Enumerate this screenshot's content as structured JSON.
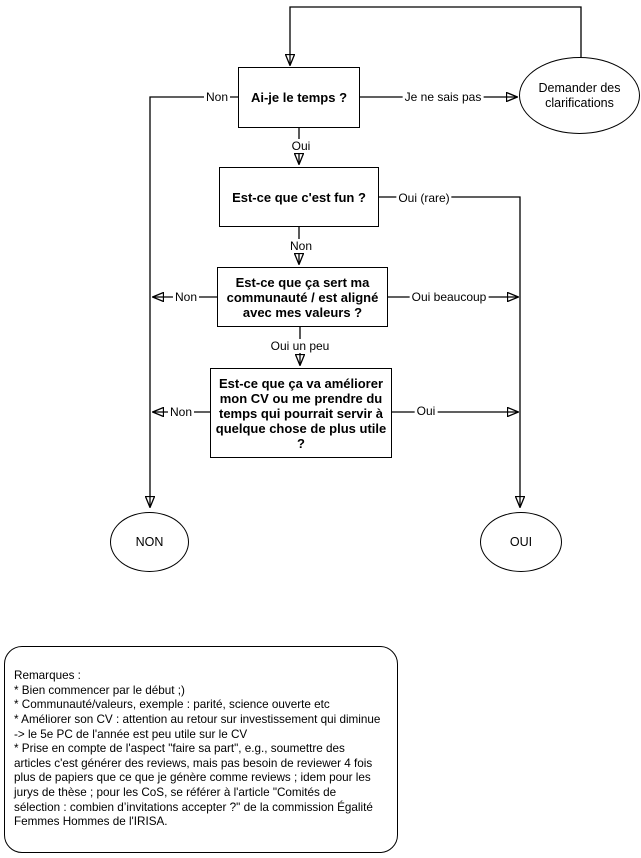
{
  "flowchart": {
    "nodes": {
      "q_time": "Ai-je le temps ?",
      "q_fun": "Est-ce que c'est fun ?",
      "q_community": "Est-ce que ça sert ma\ncommunauté / est aligné\navec mes valeurs ?",
      "q_cv": "Est-ce que ça va améliorer\nmon CV ou me prendre du\ntemps qui pourrait servir à\nquelque chose de plus utile ?",
      "clarify": "Demander des\nclarifications",
      "terminal_no": "NON",
      "terminal_yes": "OUI"
    },
    "edge_labels": {
      "non_time": "Non",
      "je_ne_sais_pas": "Je ne sais pas",
      "oui_time": "Oui",
      "oui_rare": "Oui (rare)",
      "non_fun": "Non",
      "non_community": "Non",
      "oui_beaucoup": "Oui beaucoup",
      "oui_un_peu": "Oui un peu",
      "non_cv": "Non",
      "oui_cv": "Oui"
    },
    "colors": {
      "stroke": "#000000",
      "fill": "#ffffff",
      "text": "#000000"
    }
  },
  "remarks": "Remarques :\n* Bien commencer par le début ;)\n* Communauté/valeurs, exemple : parité, science ouverte etc\n* Améliorer son CV : attention au retour sur investissement qui diminue\n-> le 5e PC de l'année est peu utile sur le CV\n* Prise en compte de l'aspect \"faire sa part\", e.g., soumettre des\narticles c'est générer des reviews, mais pas besoin de reviewer 4 fois\nplus de papiers que ce que je génère comme reviews ; idem pour les\njurys de thèse ; pour les CoS, se référer à l'article \"Comités de\nsélection : combien d’invitations accepter ?\" de la commission Égalité\nFemmes Hommes de l'IRISA."
}
